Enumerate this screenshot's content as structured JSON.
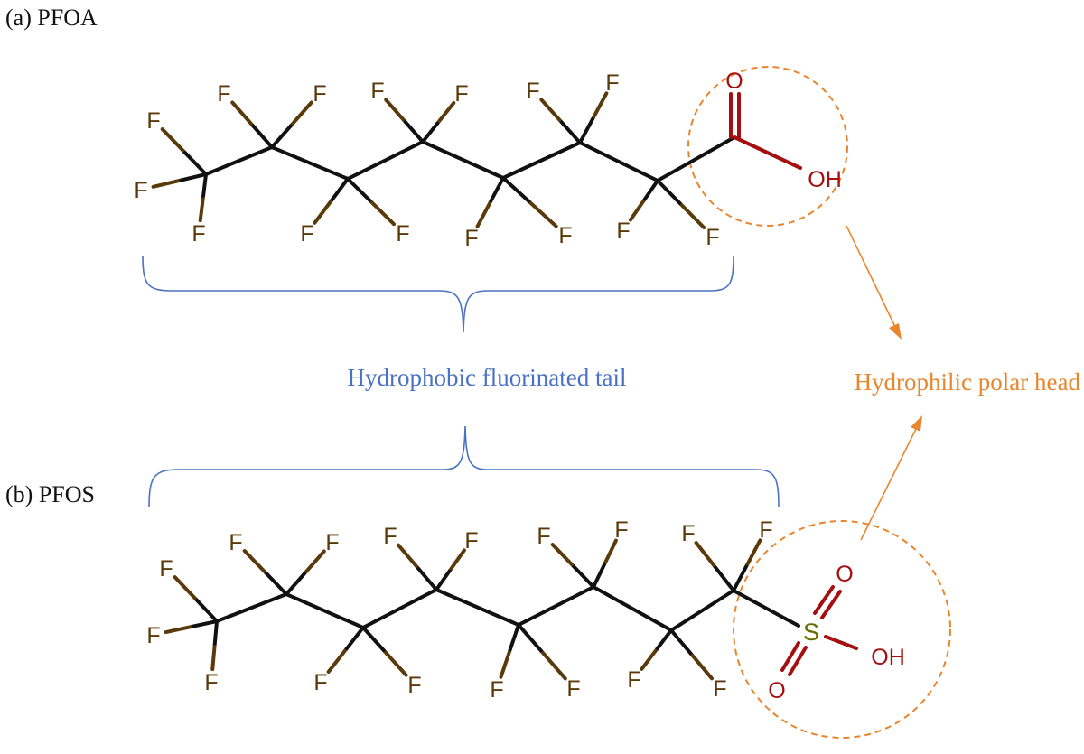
{
  "colors": {
    "carbon_bond": "#111111",
    "fluorine": "#5a3a0a",
    "oxygen": "#a50f0f",
    "sulfur": "#6b6b00",
    "tail": "#4a72c4",
    "head": "#e8862e",
    "text": "#111111"
  },
  "panels": {
    "a": {
      "label": "(a)  PFOA"
    },
    "b": {
      "label": "(b)  PFOS"
    }
  },
  "captions": {
    "tail": "Hydrophobic fluorinated tail",
    "head": "Hydrophilic polar head"
  },
  "atoms": {
    "fluorine": "F",
    "oxygen": "O",
    "hydroxyl": "OH",
    "sulfur": "S"
  }
}
